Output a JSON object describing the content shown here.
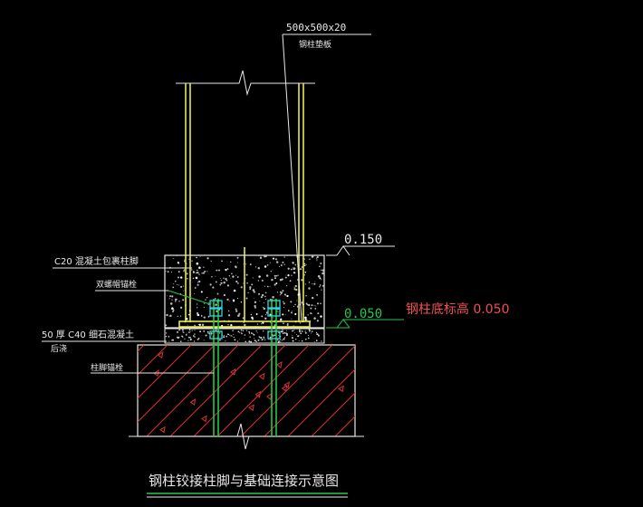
{
  "drawing": {
    "plate_spec": "500x500x20",
    "plate_label": "钢柱垫板",
    "elev_top": "0.150",
    "elev_bottom": "0.050",
    "annotation": "钢柱底标高   0.050",
    "label_c20": "C20 混凝土包裹柱脚",
    "label_bolt_pipe": "双螺帽锚栓",
    "label_grout_1": "50 厚 C40 细石混凝土",
    "label_grout_2": "后浇",
    "label_anchor": "柱脚锚栓",
    "title": "钢柱铰接柱脚与基础连接示意图"
  },
  "colors": {
    "background": "#000000",
    "column": "#e6e64a",
    "green": "#22c84a",
    "cyan": "#30d8e0",
    "red": "#d83232",
    "white": "#e8e8e8",
    "annotation": "#f05050"
  }
}
